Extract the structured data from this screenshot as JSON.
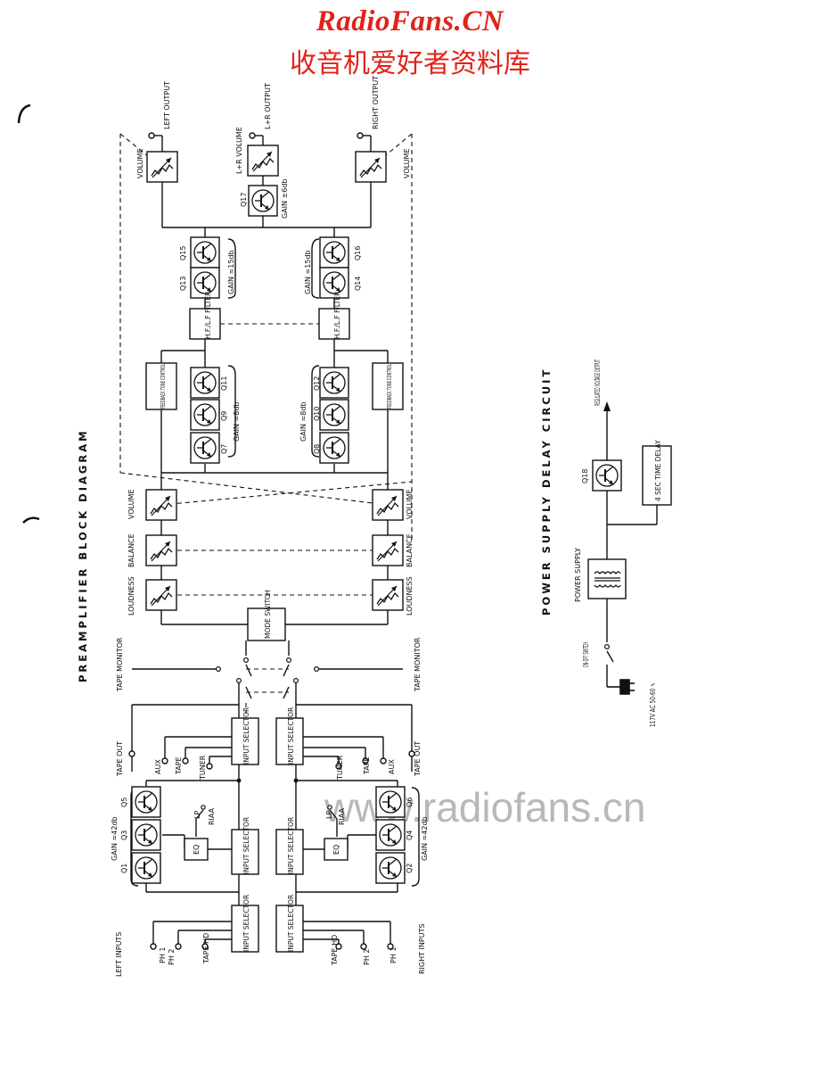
{
  "header": {
    "site_title": "RadioFans.CN",
    "site_subtitle": "收音机爱好者资料库",
    "watermark": "www.radiofans.cn"
  },
  "colors": {
    "header": "#e0241b",
    "ink": "#111111",
    "watermark": "#b8b8b8"
  },
  "preamp": {
    "title": "PREAMPLIFIER  BLOCK  DIAGRAM",
    "left_output": "LEFT OUTPUT",
    "lr_output": "L+R OUTPUT",
    "right_output": "RIGHT OUTPUT",
    "volume": "VOLUME",
    "lr_volume": "L+R VOLUME",
    "balance": "BALANCE",
    "loudness": "LOUDNESS",
    "q17": "Q17",
    "gain_6": "GAIN ±6db",
    "gain_15": "GAIN ≈15db",
    "gain_8": "GAIN ≈8db",
    "gain_42": "GAIN ≈42db",
    "q15": "Q15",
    "q13": "Q13",
    "q16": "Q16",
    "q14": "Q14",
    "q11": "Q11",
    "q9": "Q9",
    "q7": "Q7",
    "q12": "Q12",
    "q10": "Q10",
    "q8": "Q8",
    "q1": "Q1",
    "q3": "Q3",
    "q5": "Q5",
    "q2": "Q2",
    "q4": "Q4",
    "q6": "Q6",
    "filter": "H.F./L.F FILTER",
    "tone": "FEEDBACK TONE CONTROL",
    "mode": "MODE SWITCH",
    "tape_monitor": "TAPE MONITOR",
    "input_selector": "INPUT SELECTOR",
    "tape_out": "TAPE OUT",
    "aux": "AUX",
    "tape": "TAPE",
    "tuner": "TUNER",
    "eq": "EQ",
    "lp": "LP",
    "riaa": "RIAA",
    "left_inputs": "LEFT INPUTS",
    "right_inputs": "RIGHT INPUTS",
    "ph1": "PH 1",
    "ph2": "PH 2",
    "tape_hd": "TAPE HD"
  },
  "power": {
    "title": "POWER  SUPPLY  DELAY  CIRCUIT",
    "regulated": "REGULATED VOLTAGE OUTPUT",
    "q18": "Q18",
    "delay": "4 SEC TIME DELAY",
    "supply": "POWER SUPPLY",
    "switch": "ON-OFF SWITCH",
    "ac": "117V AC 50-60 ∿"
  }
}
